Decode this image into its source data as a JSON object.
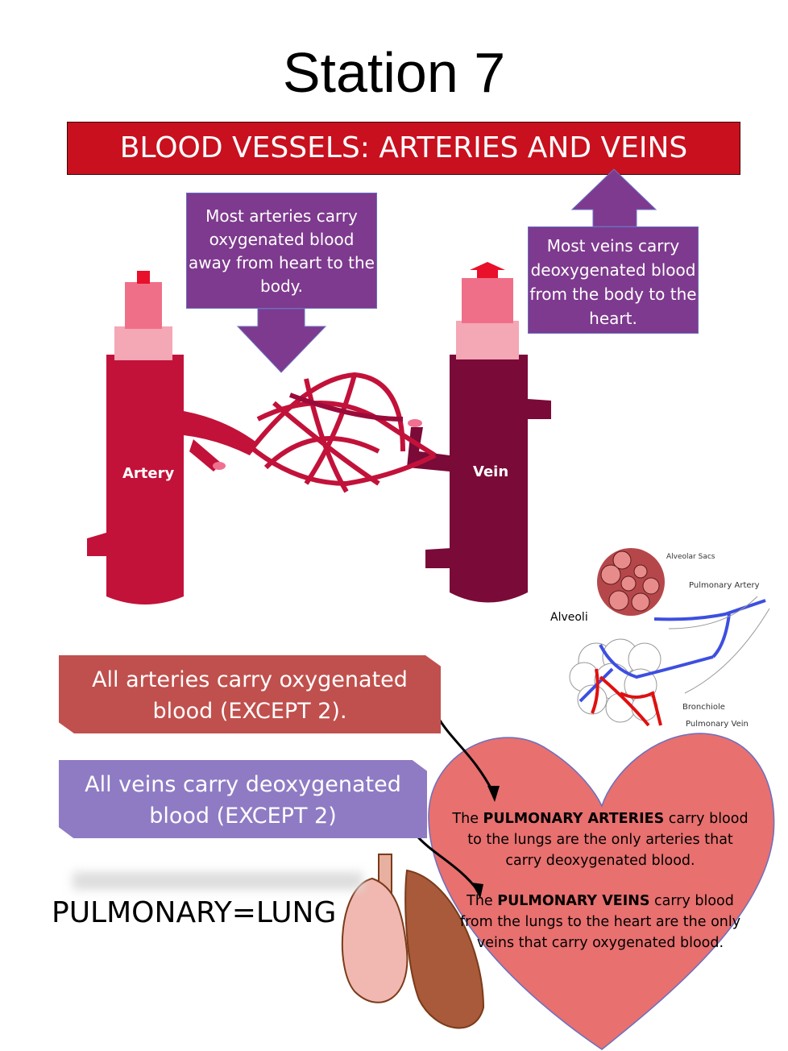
{
  "title": "Station 7",
  "banner": "BLOOD VESSELS: ARTERIES AND VEINS",
  "callouts": {
    "arteries": "Most arteries carry oxygenated blood away from heart to the body.",
    "veins": "Most veins carry deoxygenated blood from the body to the heart."
  },
  "vessel_labels": {
    "artery": "Artery",
    "vein": "Vein"
  },
  "alveoli_diagram": {
    "alveolar_sacs": "Alveolar Sacs",
    "pulmonary_artery": "Pulmonary Artery",
    "alveoli": "Alveoli",
    "bronchiole": "Bronchiole",
    "pulmonary_vein": "Pulmonary Vein"
  },
  "rules": {
    "arteries": "All arteries carry oxygenated blood (EXCEPT 2).",
    "veins": "All veins carry deoxygenated blood (EXCEPT 2)"
  },
  "pulmonary_label": "PULMONARY=LUNG",
  "heart": {
    "arteries_pre": "The ",
    "arteries_bold": "PULMONARY ARTERIES",
    "arteries_post": " carry blood to the lungs are the only arteries that carry deoxygenated blood.",
    "veins_pre": "The ",
    "veins_bold": "PULMONARY VEINS",
    "veins_post": " carry blood from the lungs to the heart are the only veins that carry oxygenated blood."
  },
  "colors": {
    "banner": "#c8101e",
    "callout": "#7e3a8e",
    "artery_rule": "#c0504d",
    "vein_rule": "#8f7bc4",
    "heart": "#e8706f"
  }
}
